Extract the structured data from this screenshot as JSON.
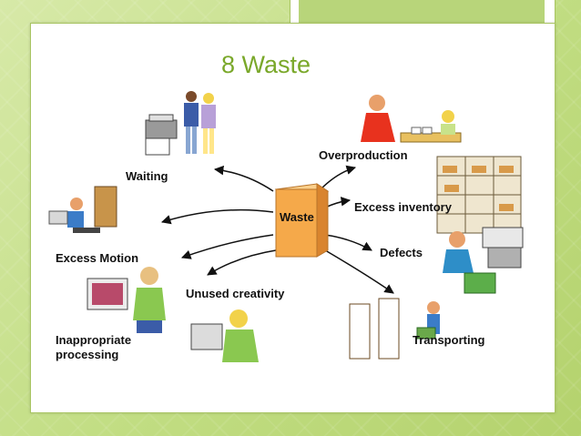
{
  "slide": {
    "title": "8 Waste",
    "accent_color": "#7aa82a",
    "frame_color": "#b8d57a"
  },
  "diagram": {
    "center": {
      "label": "Waste",
      "color": "#f5a94a"
    },
    "nodes": [
      {
        "id": "waiting",
        "label": "Waiting",
        "icon": "two-people-at-copier-illustration"
      },
      {
        "id": "overproduction",
        "label": "Overproduction",
        "icon": "workers-stacking-products-illustration"
      },
      {
        "id": "excess-inventory",
        "label": "Excess inventory",
        "icon": "storage-shelves-illustration"
      },
      {
        "id": "defects",
        "label": "Defects",
        "icon": "worker-at-printer-illustration"
      },
      {
        "id": "excess-motion",
        "label": "Excess Motion",
        "icon": "worker-reaching-illustration"
      },
      {
        "id": "unused-creativity",
        "label": "Unused creativity",
        "icon": "thinking-person-at-computer-illustration"
      },
      {
        "id": "inappropriate-processing",
        "label": "Inappropriate\nprocessing",
        "icon": "person-at-computer-illustration"
      },
      {
        "id": "transporting",
        "label": "Transporting",
        "icon": "person-with-cart-illustration"
      }
    ]
  }
}
